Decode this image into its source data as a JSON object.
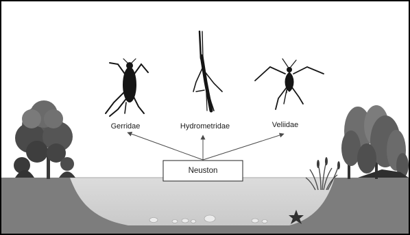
{
  "center": {
    "label": "Neuston"
  },
  "families": [
    {
      "name": "Gerridae"
    },
    {
      "name": "Hydrometridae"
    },
    {
      "name": "Veliidae"
    }
  ],
  "colors": {
    "ground": "#7d7d7d",
    "water": "#d5d5d5",
    "foliage_dark": "#3c3c3c",
    "foliage_light": "#8a8a8a",
    "insect": "#151515",
    "arrow": "#4a4a4a"
  }
}
